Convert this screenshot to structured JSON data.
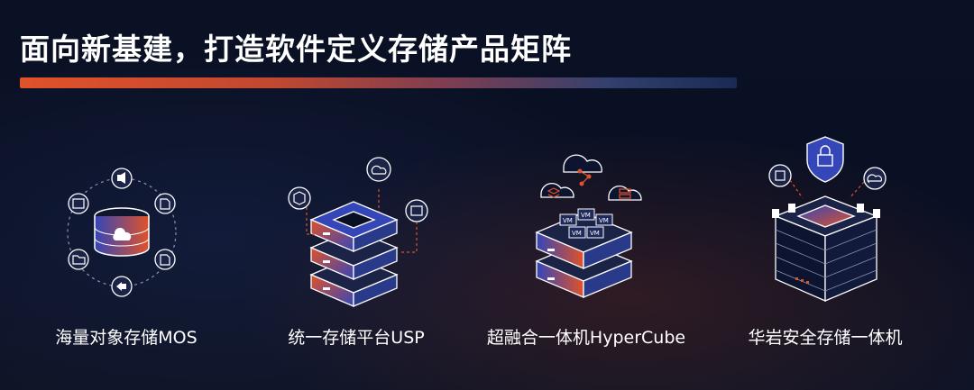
{
  "slide": {
    "title": "面向新基建，打造软件定义存储产品矩阵",
    "accent_colors": {
      "orange": "#e0522a",
      "blue": "#3a4fc8",
      "navy": "#0a1024"
    },
    "products": [
      {
        "label": "海量对象存储MOS",
        "icon": "object-storage-database-icon"
      },
      {
        "label": "统一存储平台USP",
        "icon": "unified-storage-server-stack-icon"
      },
      {
        "label": "超融合一体机HyperCube",
        "icon": "hyperconverged-vm-server-icon"
      },
      {
        "label": "华岩安全存储一体机",
        "icon": "secure-storage-fortress-icon"
      }
    ],
    "vm_label": "VM"
  }
}
